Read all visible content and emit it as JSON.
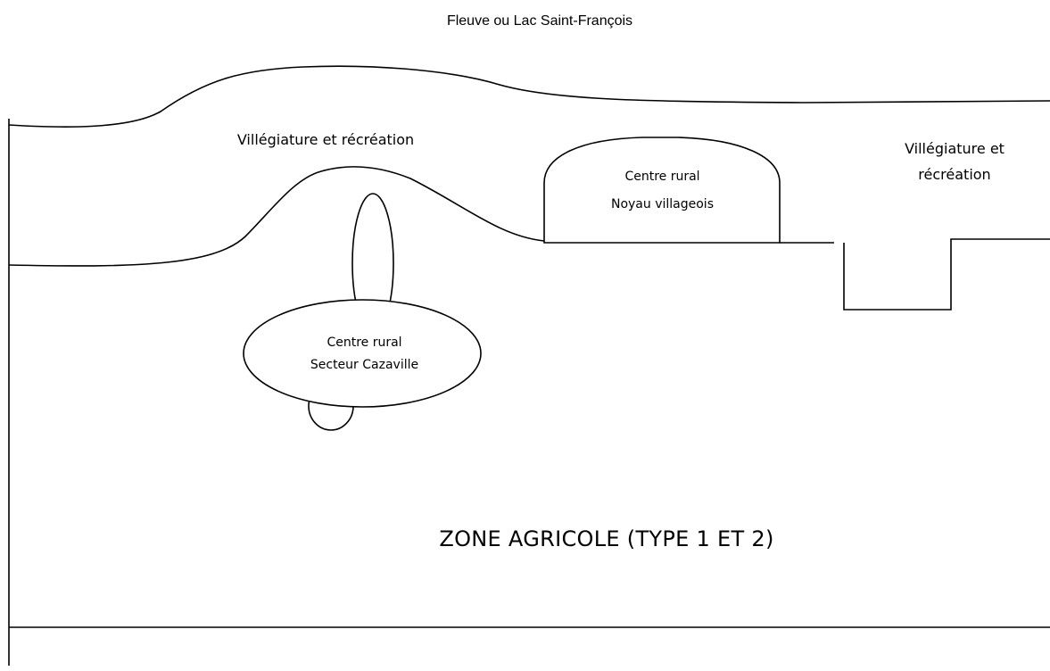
{
  "labels": {
    "river": "Fleuve ou Lac Saint-François",
    "recreation_left": "Villégiature et récréation",
    "recreation_right_line1": "Villégiature et",
    "recreation_right_line2": "récréation",
    "village_line1": "Centre rural",
    "village_line2": "Noyau villageois",
    "cazaville_line1": "Centre rural",
    "cazaville_line2": "Secteur Cazaville",
    "agricultural_zone": "ZONE AGRICOLE (TYPE 1 ET 2)"
  }
}
